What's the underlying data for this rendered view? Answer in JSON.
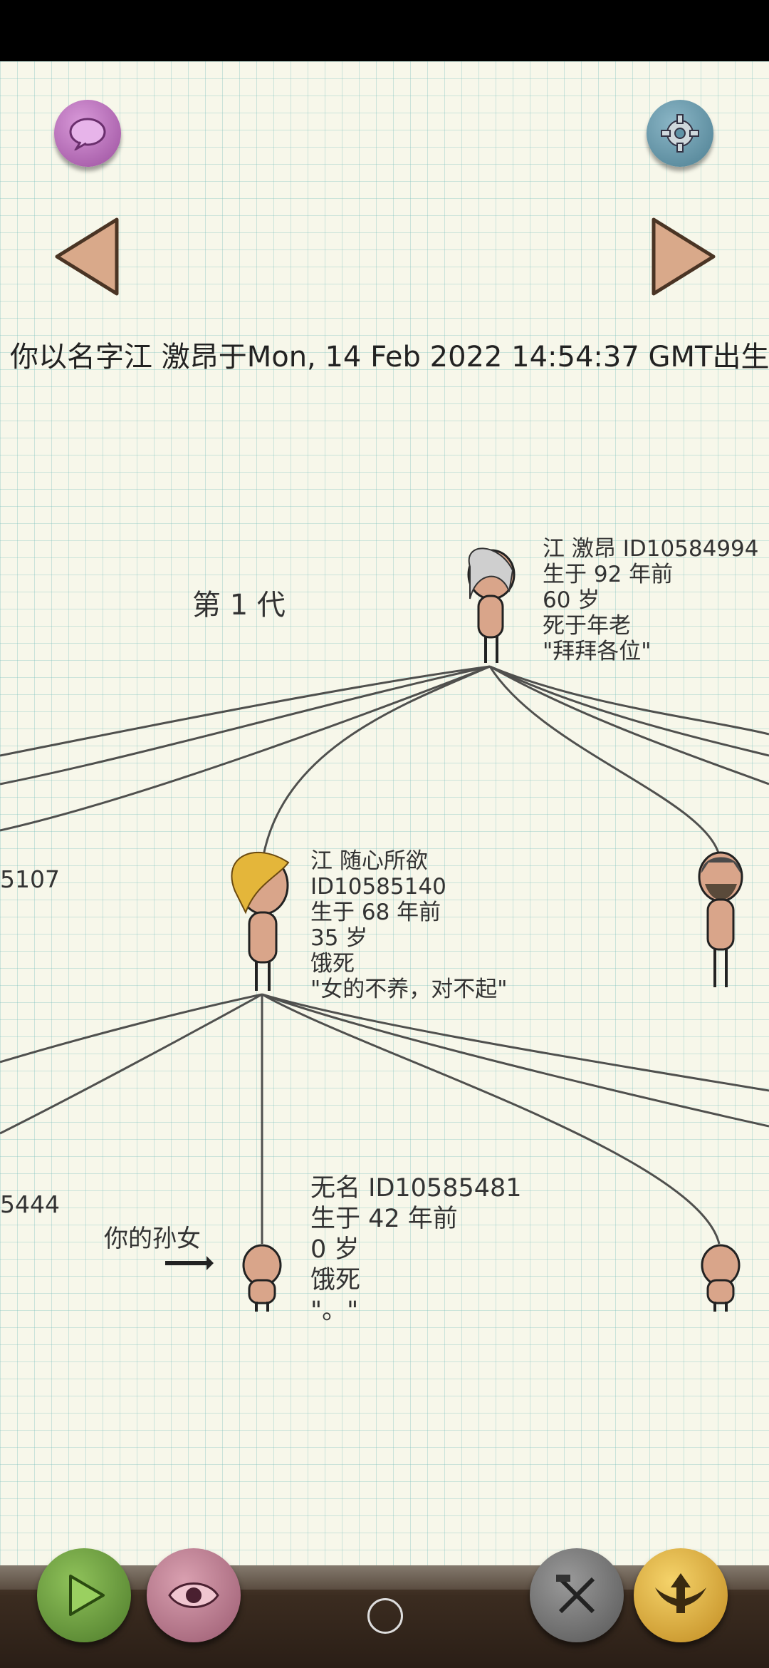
{
  "header": {
    "birth_line": "你以名字江 激昂于Mon, 14 Feb 2022 14:54:37 GMT出生"
  },
  "tree": {
    "generation_label": "第 1 代",
    "root": {
      "name_id": "江 激昂 ID10584994",
      "born": "生于 92 年前",
      "age": "60 岁",
      "death": "死于年老",
      "quote": "\"拜拜各位\""
    },
    "child": {
      "name": "江 随心所欲",
      "id": "ID10585140",
      "born": "生于 68 年前",
      "age": "35 岁",
      "death": "饿死",
      "quote": "\"女的不养，对不起\""
    },
    "grandchild": {
      "name_id": "无名 ID10585481",
      "born": "生于 42 年前",
      "age": "0 岁",
      "death": "饿死",
      "quote": "\"。\""
    },
    "left_id_1": "5107",
    "left_id_2": "5444",
    "grandchild_label": "你的孙女"
  },
  "icons": {
    "chat": "speech-bubble-icon",
    "settings": "gear-icon",
    "prev": "triangle-left-icon",
    "next": "triangle-right-icon",
    "play": "play-icon",
    "view": "eye-icon",
    "tools": "tools-icon",
    "up": "winged-arrow-up-icon"
  },
  "colors": {
    "paper": "#f7f7ea",
    "grid": "#9ccfcf",
    "status_bar": "#000000",
    "chat_button": "#b06fb3",
    "settings_button": "#5f93a6",
    "arrow": "#d9a98a"
  }
}
